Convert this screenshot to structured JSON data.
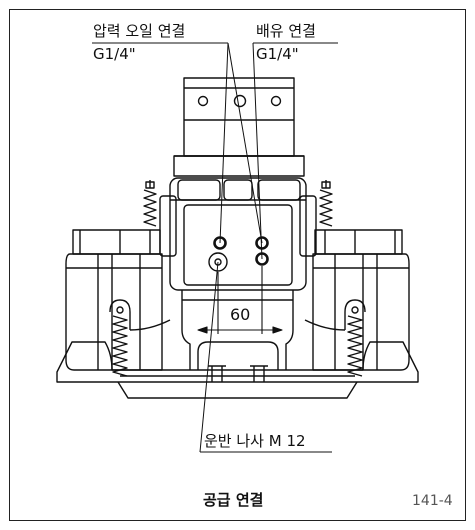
{
  "callouts": {
    "pressure_oil": {
      "label": "압력 오일 연결",
      "spec": "G1/4\""
    },
    "drain": {
      "label": "배유 연결",
      "spec": "G1/4\""
    },
    "transport_thread": {
      "label": "운반 나사 M 12"
    }
  },
  "dimension": {
    "value": "60"
  },
  "caption": {
    "title": "공급 연결",
    "figure_number": "141-4"
  }
}
